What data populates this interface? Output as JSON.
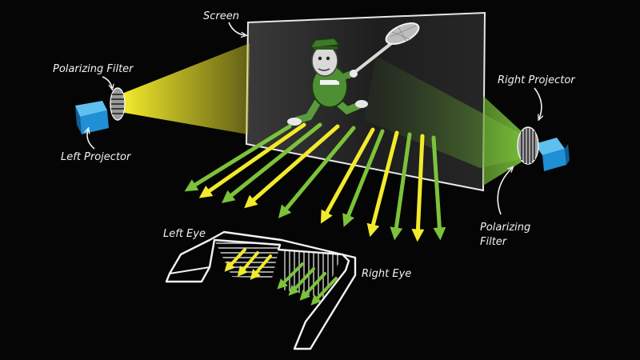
{
  "labels": {
    "screen": "Screen",
    "polarizing_filter_left": "Polarizing Filter",
    "left_projector": "Left Projector",
    "right_projector": "Right Projector",
    "polarizing_filter_right_line1": "Polarizing",
    "polarizing_filter_right_line2": "Filter",
    "left_eye": "Left Eye",
    "right_eye": "Right Eye"
  },
  "colors": {
    "background": "#050505",
    "left_light": "#f2ea2c",
    "right_light": "#7cc23a",
    "projector": "#1f8fd6",
    "outline": "#f2f2f2"
  },
  "icons": {
    "projector": "projector-icon",
    "filter": "polarizing-filter-icon",
    "glasses": "3d-glasses-icon",
    "character": "character-with-net-icon"
  }
}
